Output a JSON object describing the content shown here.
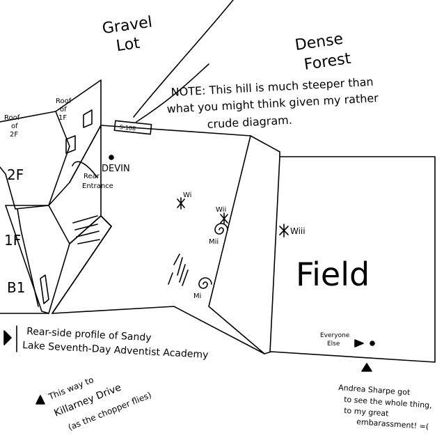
{
  "labels": {
    "gravel_lot_1": "Gravel",
    "gravel_lot_2": "Lot",
    "dense_forest_1": "Dense",
    "dense_forest_2": "Forest",
    "note_1": "NOTE: This hill is much steeper than",
    "note_2": "what you might think given my rather",
    "note_3": "crude diagram.",
    "roof_2f_1": "Roof",
    "roof_2f_2": "of",
    "roof_2f_3": "2F",
    "roof_1f_1": "Roof",
    "roof_1f_2": "of",
    "roof_1f_3": "1F",
    "floor_2f": "2F",
    "floor_1f": "1F",
    "floor_b1": "B1",
    "devin": "DEVIN",
    "rear_entrance_1": "Rear",
    "rear_entrance_2": "Entrance",
    "sign": "S-108",
    "w1": "Wi",
    "w2": "Wii",
    "m2": "Mii",
    "w3": "Wiii",
    "m1": "Mi",
    "field": "Field",
    "everyone_1": "Everyone",
    "everyone_2": "Else",
    "profile_1": "Rear-side profile of Sandy",
    "profile_2": "Lake Seventh-Day Adventist Academy",
    "killarney_1": "This way to",
    "killarney_2": "Killarney Drive",
    "killarney_3": "(as the chopper flies)",
    "andrea_1": "Andrea Sharpe got",
    "andrea_2": "to see the whole thing,",
    "andrea_3": "to my great",
    "andrea_4": "embarassment! =("
  }
}
